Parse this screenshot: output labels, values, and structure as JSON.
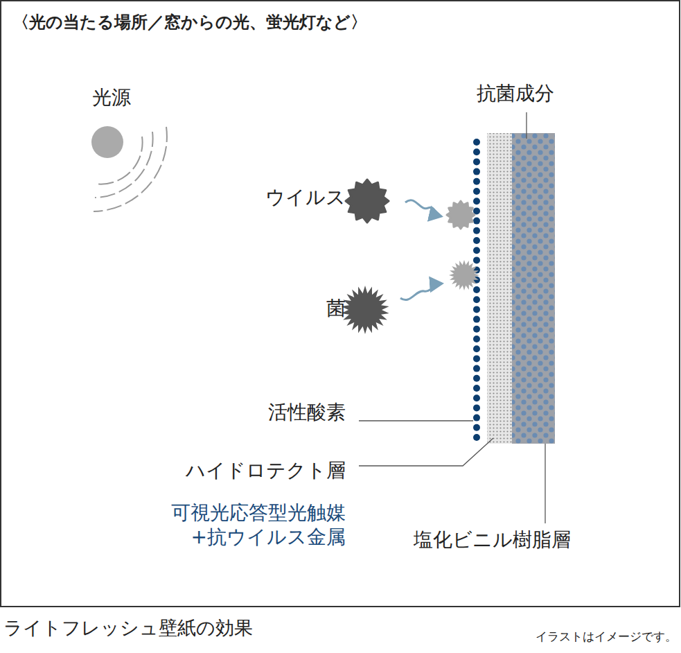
{
  "diagram": {
    "title": "〈光の当たる場所／窓からの光、蛍光灯など〉",
    "caption": "ライトフレッシュ壁紙の効果",
    "labels": [
      "光源",
      "抗菌成分",
      "ウイルス",
      "菌",
      "活性酸素",
      "ハイドロテクト層",
      "可視光応答型光触媒 +抗ウイルス金属",
      "塩化ビニル樹脂層",
      "イラストはイメージです。"
    ]
  }
}
